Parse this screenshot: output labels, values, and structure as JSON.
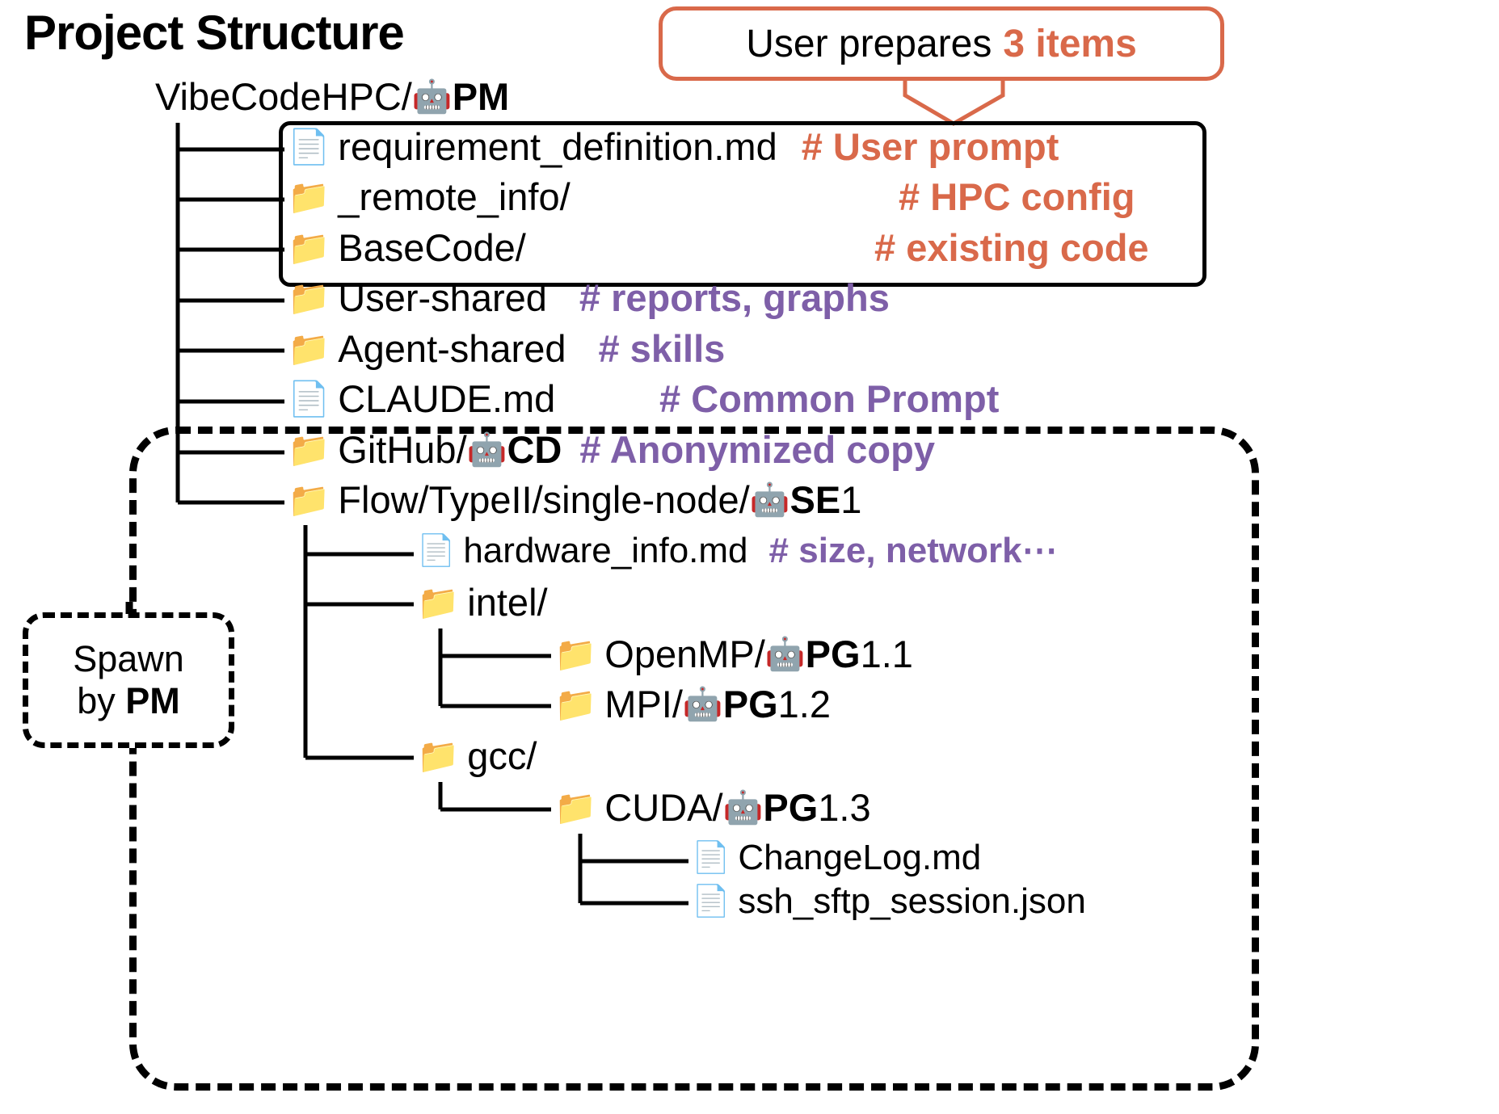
{
  "title": "Project Structure",
  "colors": {
    "accent_orange": "#D9694A",
    "accent_purple": "#7E5FA8",
    "folder": "#FBB040",
    "file": "#E6E1F2",
    "outline": "#000000"
  },
  "callout": {
    "text_plain": "User prepares",
    "text_accent": "3 items"
  },
  "spawn_note": {
    "line1": "Spawn",
    "line2_prefix": "by ",
    "line2_bold": "PM"
  },
  "root": {
    "label": "VibeCodeHPC/",
    "agent_icon": "robot-icon",
    "agent": "PM"
  },
  "tree": [
    {
      "id": "requirement",
      "icon": "file-icon",
      "label": "requirement_definition.md",
      "comment": "# User prompt",
      "comment_color": "orange",
      "depth": 1,
      "connector": "tee"
    },
    {
      "id": "remote_info",
      "icon": "folder-icon",
      "label": "_remote_info/",
      "comment": "# HPC config",
      "comment_color": "orange",
      "depth": 1,
      "connector": "tee"
    },
    {
      "id": "basecode",
      "icon": "folder-icon",
      "label": "BaseCode/",
      "comment": "# existing code",
      "comment_color": "orange",
      "depth": 1,
      "connector": "tee"
    },
    {
      "id": "user_shared",
      "icon": "folder-icon",
      "label": "User-shared",
      "comment": "# reports, graphs",
      "comment_color": "purple",
      "depth": 1,
      "connector": "tee"
    },
    {
      "id": "agent_shared",
      "icon": "folder-icon",
      "label": "Agent-shared",
      "comment": "# skills",
      "comment_color": "purple",
      "depth": 1,
      "connector": "tee"
    },
    {
      "id": "claude_md",
      "icon": "file-icon",
      "label": "CLAUDE.md",
      "comment": "# Common Prompt",
      "comment_color": "purple",
      "depth": 1,
      "connector": "tee"
    },
    {
      "id": "github",
      "icon": "folder-icon",
      "label": "GitHub/",
      "agent_icon": "robot-icon",
      "agent": "CD",
      "comment": "# Anonymized copy",
      "comment_color": "purple",
      "depth": 1,
      "connector": "tee"
    },
    {
      "id": "flow",
      "icon": "folder-icon",
      "label": "Flow/TypeII/single-node/",
      "agent_icon": "robot-icon",
      "agent": "SE",
      "agent_suffix": "1",
      "comment": "",
      "comment_color": "none",
      "depth": 1,
      "connector": "elbow"
    },
    {
      "id": "hardware_info",
      "icon": "file-icon",
      "label": "hardware_info.md",
      "comment": "# size, network⋯",
      "comment_color": "purple",
      "depth": 2,
      "connector": "tee"
    },
    {
      "id": "intel",
      "icon": "folder-icon",
      "label": "intel/",
      "comment": "",
      "comment_color": "none",
      "depth": 2,
      "connector": "tee"
    },
    {
      "id": "openmp",
      "icon": "folder-icon",
      "label": "OpenMP/",
      "agent_icon": "robot-icon",
      "agent": "PG",
      "agent_suffix": "1.1",
      "comment": "",
      "comment_color": "none",
      "depth": 3,
      "connector": "tee"
    },
    {
      "id": "mpi",
      "icon": "folder-icon",
      "label": "MPI/",
      "agent_icon": "robot-icon",
      "agent": "PG",
      "agent_suffix": "1.2",
      "comment": "",
      "comment_color": "none",
      "depth": 3,
      "connector": "elbow"
    },
    {
      "id": "gcc",
      "icon": "folder-icon",
      "label": "gcc/",
      "comment": "",
      "comment_color": "none",
      "depth": 2,
      "connector": "elbow"
    },
    {
      "id": "cuda",
      "icon": "folder-icon",
      "label": "CUDA/",
      "agent_icon": "robot-icon",
      "agent": "PG",
      "agent_suffix": "1.3",
      "comment": "",
      "comment_color": "none",
      "depth": 3,
      "connector": "elbow"
    },
    {
      "id": "changelog",
      "icon": "file-icon",
      "label": "ChangeLog.md",
      "comment": "",
      "comment_color": "none",
      "depth": 4,
      "connector": "tee"
    },
    {
      "id": "ssh_session",
      "icon": "file-icon",
      "label": "ssh_sftp_session.json",
      "comment": "",
      "comment_color": "none",
      "depth": 4,
      "connector": "elbow"
    }
  ]
}
